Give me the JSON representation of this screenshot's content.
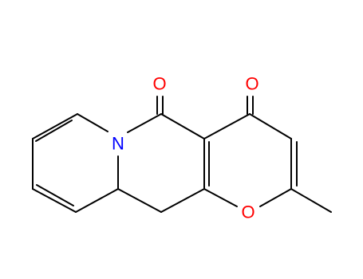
{
  "molecule": {
    "atoms": [
      {
        "id": "o_carbonyl_left",
        "element": "O",
        "label": "O",
        "color": "#ff0000"
      },
      {
        "id": "o_carbonyl_right",
        "element": "O",
        "label": "O",
        "color": "#ff0000"
      },
      {
        "id": "n_ring",
        "element": "N",
        "label": "N",
        "color": "#0000ff"
      },
      {
        "id": "o_ring",
        "element": "O",
        "label": "O",
        "color": "#ff0000"
      }
    ],
    "bond_color": "#000000"
  }
}
